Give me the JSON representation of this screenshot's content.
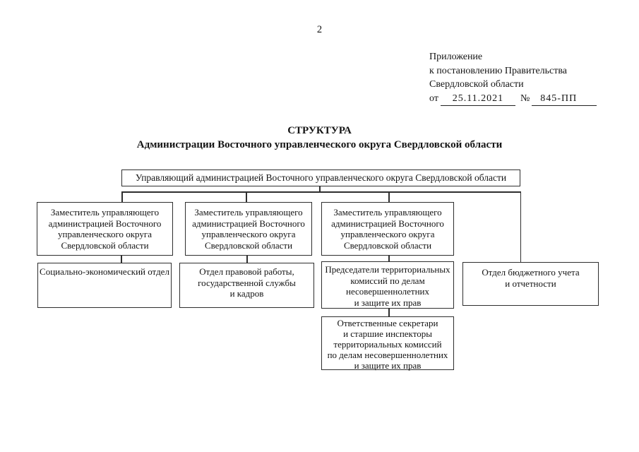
{
  "page_number": "2",
  "annex": {
    "lines": [
      "Приложение",
      "к постановлению Правительства",
      "Свердловской области"
    ],
    "from_label": "от",
    "date": "25.11.2021",
    "no_label": "№",
    "doc_no": "845-ПП"
  },
  "title": {
    "line1": "СТРУКТУРА",
    "line2": "Администрации Восточного управленческого округа Свердловской области"
  },
  "org_chart": {
    "head": "Управляющий администрацией Восточного управленческого округа Свердловской области",
    "deputies": [
      [
        "Заместитель управляющего",
        "администрацией Восточного",
        "управленческого округа",
        "Свердловской области"
      ],
      [
        "Заместитель управляющего",
        "администрацией Восточного",
        "управленческого округа",
        "Свердловской области"
      ],
      [
        "Заместитель управляющего",
        "администрацией Восточного",
        "управленческого округа",
        "Свердловской области"
      ]
    ],
    "dept_social_economic": [
      "Социально-экономический отдел"
    ],
    "dept_legal": [
      "Отдел правовой работы,",
      "государственной службы",
      "и кадров"
    ],
    "dept_commission_chairs": [
      "Председатели территориальных",
      "комиссий по делам",
      "несовершеннолетних",
      "и защите их прав"
    ],
    "dept_budget": [
      "Отдел бюджетного учета",
      "и отчетности"
    ],
    "dept_secretaries": [
      "Ответственные секретари",
      "и старшие инспекторы",
      "территориальных комиссий",
      "по делам несовершеннолетних",
      "и защите их прав"
    ]
  },
  "colors": {
    "border": "#2e2e2e",
    "text": "#141414",
    "background": "#ffffff"
  }
}
